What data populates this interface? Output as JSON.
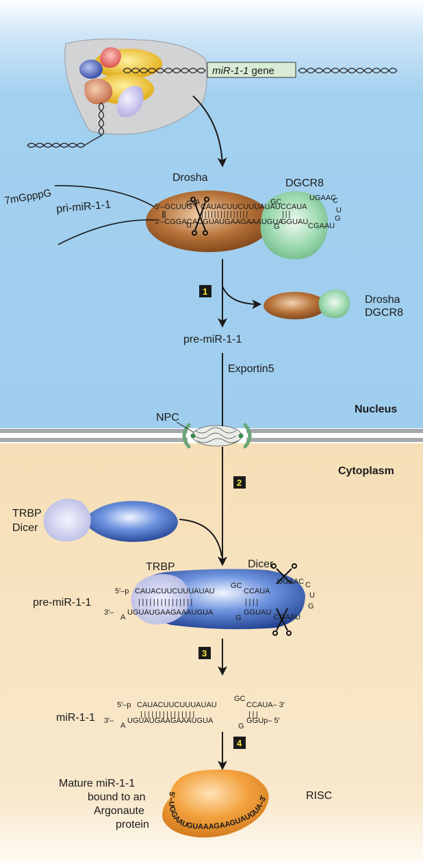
{
  "gene": {
    "name": "miR-1-1",
    "suffix": " gene"
  },
  "pri": {
    "cap": "7mGpppG",
    "name": "pri-miR-1-1"
  },
  "proteins": {
    "drosha": "Drosha",
    "dgcr8": "DGCR8",
    "trbp": "TRBP",
    "dicer": "Dicer"
  },
  "pri_duplex": {
    "top_prefix": "5′–GCUUG",
    "top_gg": "GG",
    "top_a": "A",
    "top_main": "CAUACUUCUUUAUAU",
    "top_gc": "GC",
    "top_end": "CCAUA",
    "bot_prefix": "3′–CGGAC",
    "bot_u": "U",
    "bot_main": "AUGUAUGAAGAAAUGUA",
    "bot_g": "G",
    "bot_end": "GGUAU",
    "loop_top": "UGAAC",
    "loop_c": "C",
    "loop_u": "U",
    "loop_g": "G",
    "loop_bot": "CGAAU",
    "pairs_left": "|||",
    "pairs_mid": "|||||||||||||||",
    "pairs_right": "|||"
  },
  "steps": [
    "1",
    "2",
    "3",
    "4"
  ],
  "released": {
    "drosha": "Drosha",
    "dgcr8": "DGCR8"
  },
  "pre_label": "pre-miR-1-1",
  "exportin": "Exportin5",
  "compartments": {
    "nucleus": "Nucleus",
    "cytoplasm": "Cytoplasm",
    "npc": "NPC"
  },
  "dicer_complex": {
    "trbp": "TRBP",
    "dicer": "Dicer"
  },
  "pre_duplex": {
    "label": "pre-miR-1-1",
    "top_prefix": "5′–p",
    "top_main": "CAUACUUCUUUAUAU",
    "top_gc": "GC",
    "top_end": "CCAUA",
    "loop_top": "UGAAC",
    "loop_c": "C",
    "loop_u": "U",
    "loop_g": "G",
    "loop_bot": "CGAAU",
    "bot_prefix": "3′–",
    "bot_a": "A",
    "bot_main": "UGUAUGAAGAAAUGUA",
    "bot_g": "G",
    "bot_end": "GGUAU",
    "pairs": "|||||||||||||||",
    "pairs_right": "||||"
  },
  "mature_duplex": {
    "label": "miR-1-1",
    "top_prefix": "5′–p",
    "top_main": "CAUACUUCUUUAUAU",
    "top_gc": "GC",
    "top_end": "CCAUA– 3′",
    "bot_prefix": "3′–",
    "bot_a": "A",
    "bot_main": "UGUAUGAAGAAAUGUA",
    "bot_g": "G",
    "bot_end": "GGUp– 5′",
    "pairs": "|||||||||||||||",
    "pairs_right": "|||"
  },
  "risc": {
    "caption": [
      "Mature miR-1-1",
      "bound to an",
      "Argonaute",
      "protein"
    ],
    "name": "RISC",
    "seq": "5′–UGGAAUGUAAAGAAGUAUGUA–3′"
  },
  "colors": {
    "nucleus_top": "#ffffff",
    "nucleus": "#9fcdee",
    "cytoplasm": "#f6dfb7",
    "drosha": "#a0612c",
    "dgcr8": "#8ed3a6",
    "dicer": "#3563b8",
    "trbp": "#cfd2ef",
    "argonaute": "#f09a34",
    "step_box": "#1a1a1a",
    "step_text": "#ffe53a"
  }
}
